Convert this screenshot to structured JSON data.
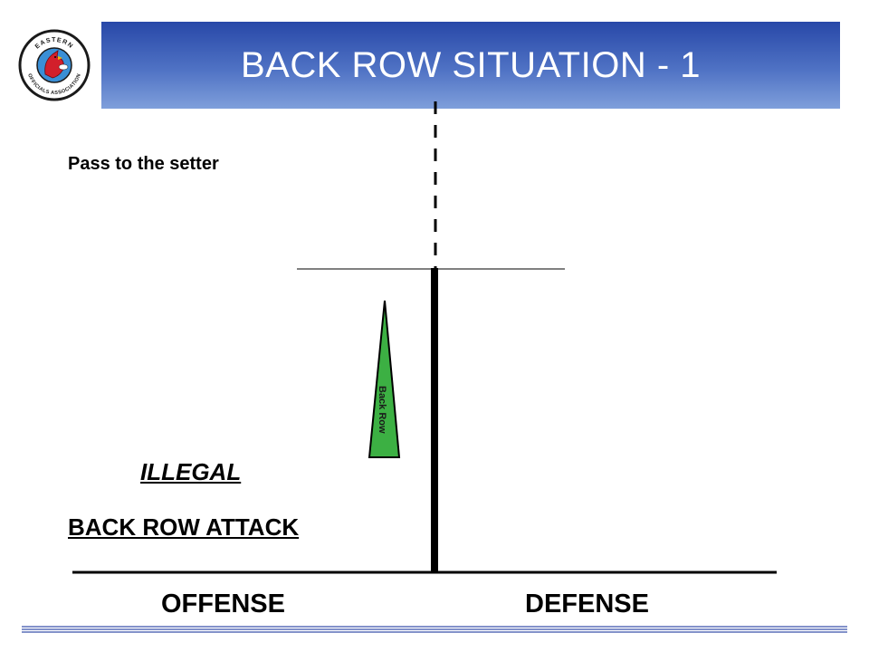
{
  "slide": {
    "title": "BACK ROW SITUATION - 1",
    "note": "Pass to the setter",
    "verdict": "ILLEGAL",
    "violation": "BACK ROW ATTACK",
    "left_side_label": "OFFENSE",
    "right_side_label": "DEFENSE"
  },
  "logo": {
    "top_text": "EASTERN",
    "bottom_text": "OFFICIALS ASSOCIATION",
    "icon": "cardinal-bird-icon",
    "ring_color": "#1a1a1a",
    "inner_color": "#3a8fd6",
    "bird_color": "#d21f2b"
  },
  "player_marker": {
    "label": "Back Row",
    "color": "#3cb043"
  },
  "colors": {
    "title_bar_top": "#2848a8",
    "title_bar_bottom": "#7f9fdb",
    "footer_line": "#5a6fb8"
  }
}
